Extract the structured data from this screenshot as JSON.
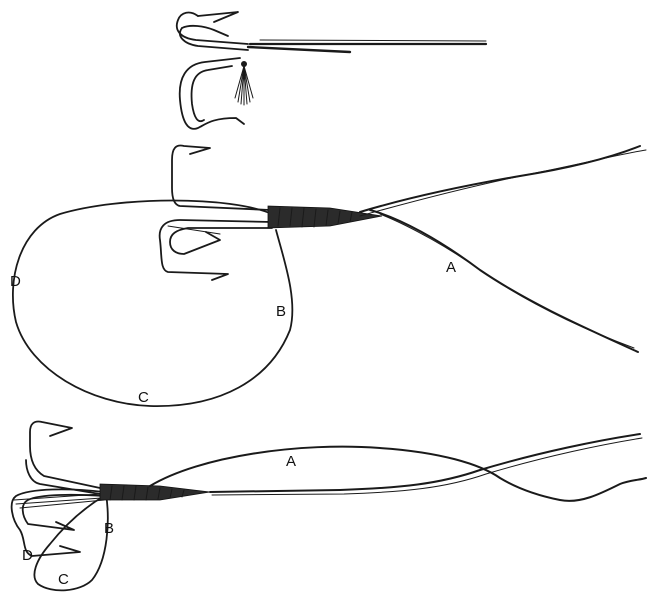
{
  "figure": {
    "middle": {
      "labels": {
        "a": "A",
        "b": "B",
        "c": "C",
        "d": "D"
      }
    },
    "bottom": {
      "labels": {
        "a": "A",
        "b": "B",
        "c": "C",
        "d": "D"
      }
    }
  },
  "colors": {
    "ink": "#1a1a1a",
    "background": "#ffffff"
  }
}
